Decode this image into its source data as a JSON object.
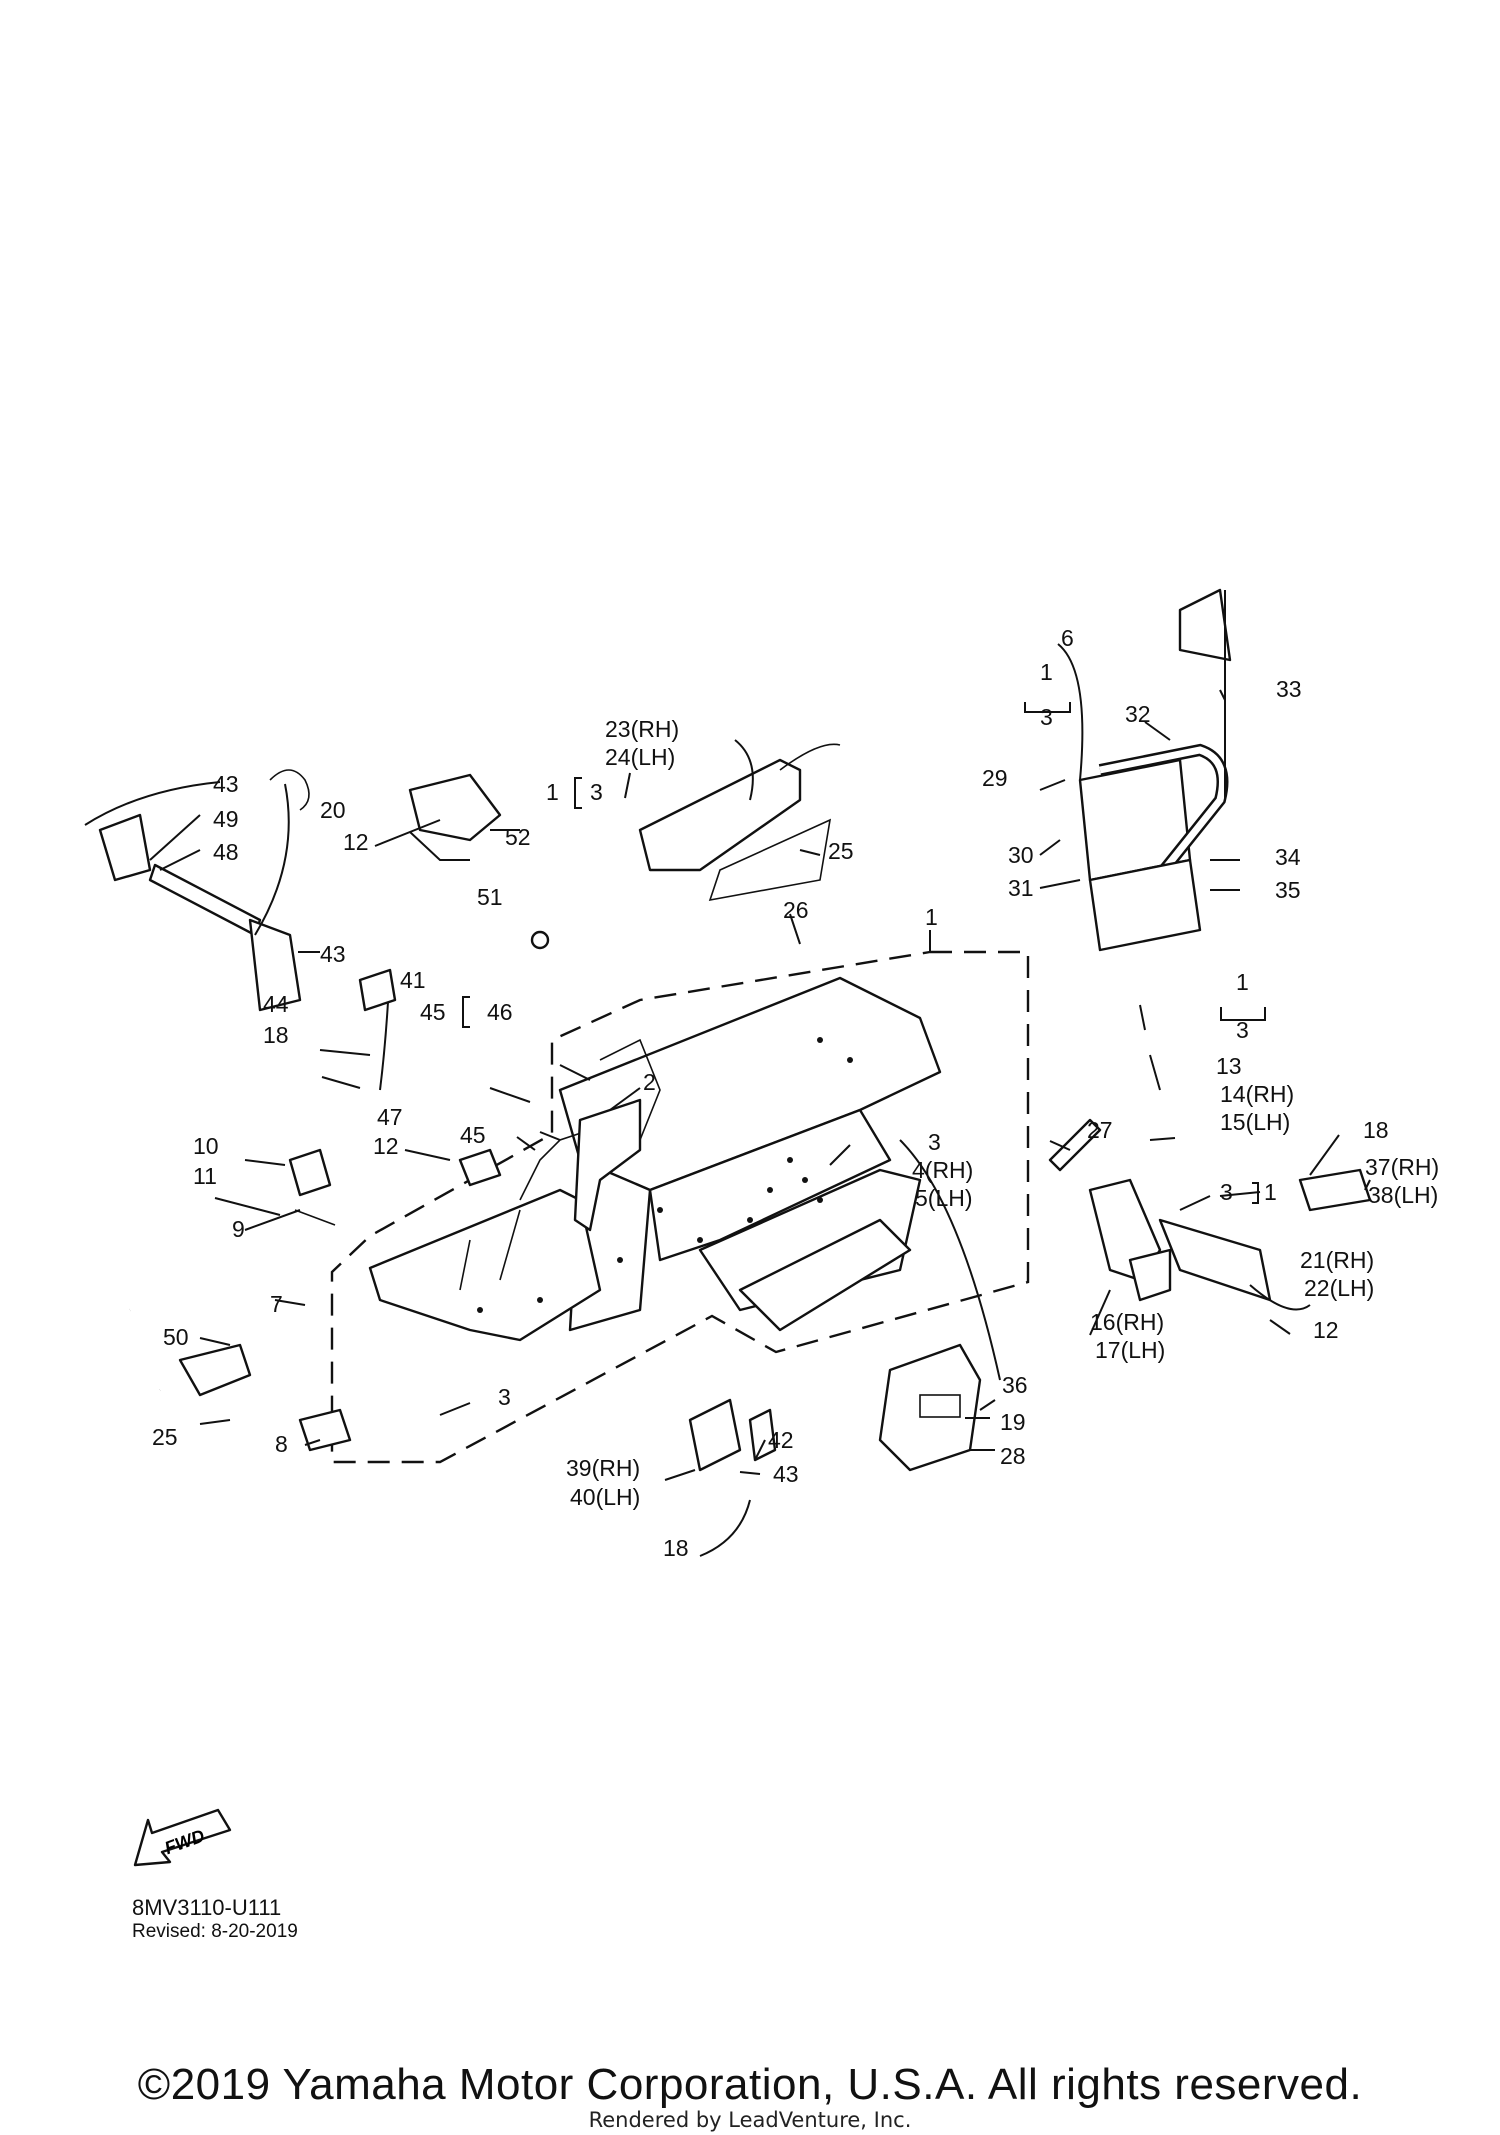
{
  "diagram_code": "8MV3110-U111",
  "revised": "Revised: 8-20-2019",
  "copyright": "©2019 Yamaha Motor Corporation, U.S.A. All rights reserved.",
  "rendered_by": "Rendered by LeadVenture, Inc.",
  "fwd_label": "FWD",
  "callouts": [
    "1",
    "2",
    "3",
    "4(RH)",
    "5(LH)",
    "6",
    "7",
    "8",
    "9",
    "10",
    "11",
    "12",
    "13",
    "14(RH)",
    "15(LH)",
    "16(RH)",
    "17(LH)",
    "18",
    "19",
    "20",
    "21(RH)",
    "22(LH)",
    "23(RH)",
    "24(LH)",
    "25",
    "26",
    "27",
    "28",
    "29",
    "30",
    "31",
    "32",
    "33",
    "34",
    "35",
    "36",
    "37(RH)",
    "38(LH)",
    "39(RH)",
    "40(LH)",
    "41",
    "42",
    "43",
    "44",
    "45",
    "46",
    "47",
    "48",
    "49",
    "50",
    "51",
    "52"
  ]
}
